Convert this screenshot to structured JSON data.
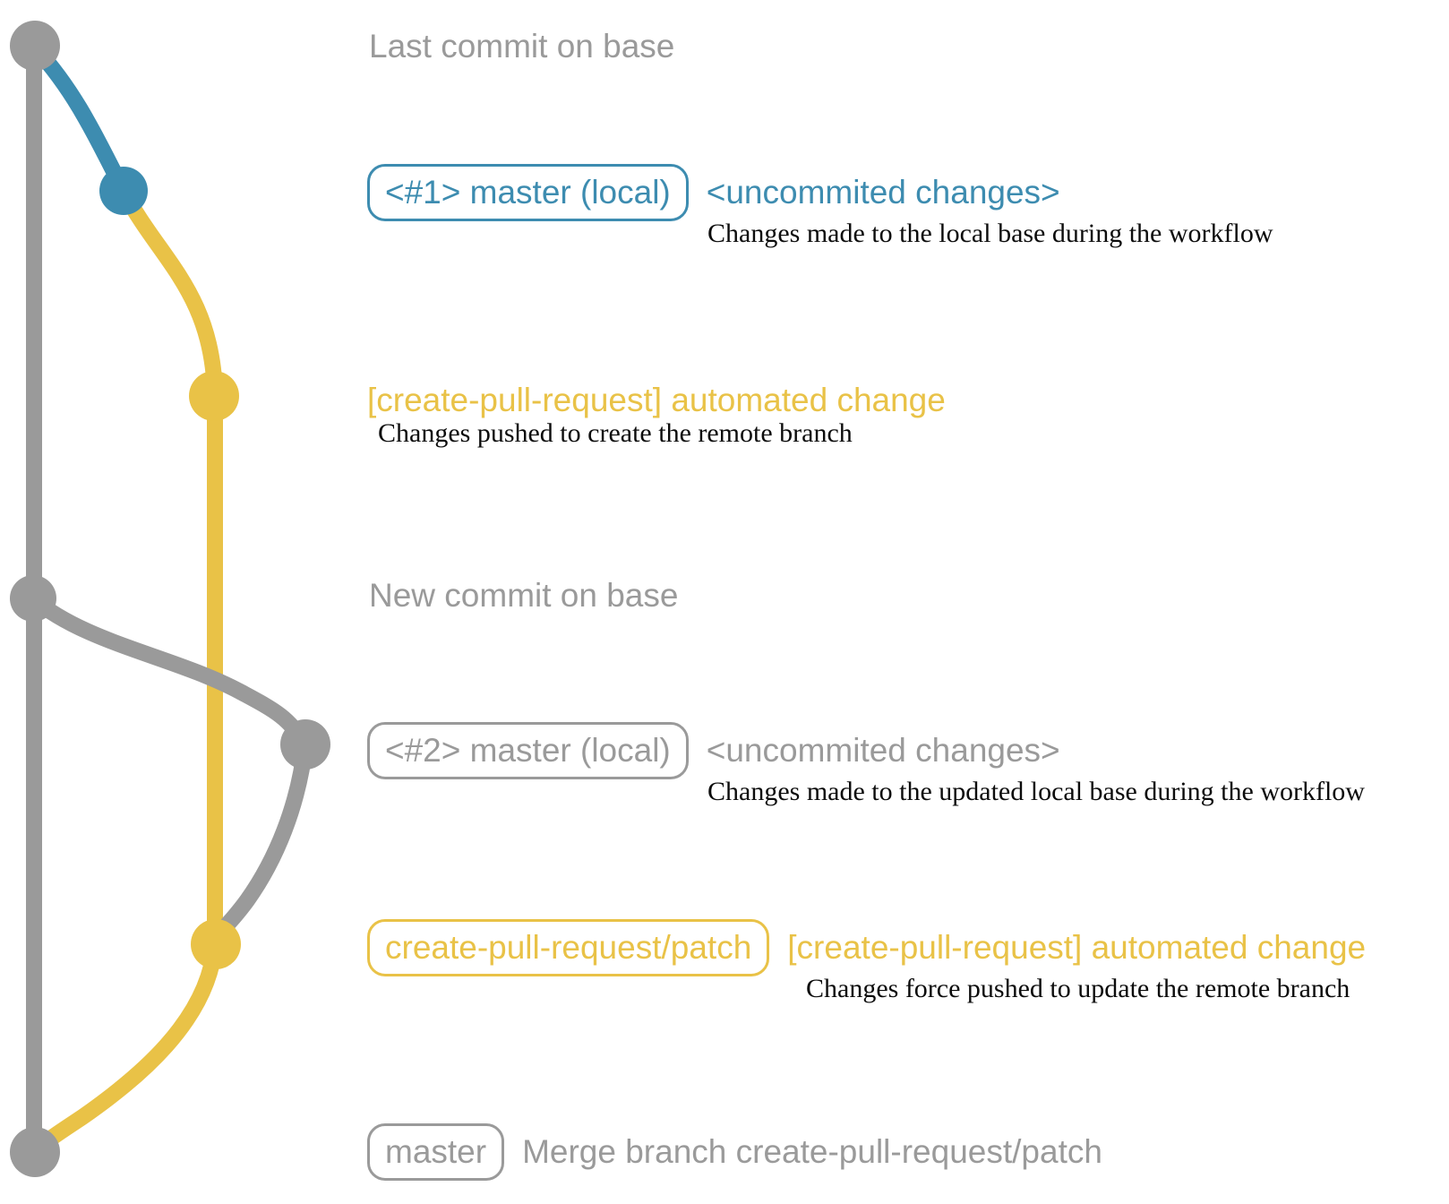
{
  "colors": {
    "gray": "#9a9a9a",
    "blue": "#3d8cb0",
    "yellow": "#e9c247",
    "ink": "#0c0c0c",
    "bg": "#ffffff"
  },
  "graph": {
    "branches": [
      {
        "name": "base (master remote)",
        "color_key": "gray"
      },
      {
        "name": "master (local)",
        "color_key": "blue"
      },
      {
        "name": "create-pull-request/patch",
        "color_key": "yellow"
      }
    ],
    "commits": [
      {
        "name": "last-commit-on-base",
        "branch": "base",
        "color_key": "gray"
      },
      {
        "name": "uncommitted-changes-1",
        "branch": "master (local)",
        "color_key": "blue"
      },
      {
        "name": "automated-change-1",
        "branch": "create-pull-request/patch",
        "color_key": "yellow"
      },
      {
        "name": "new-commit-on-base",
        "branch": "base",
        "color_key": "gray"
      },
      {
        "name": "uncommitted-changes-2",
        "branch": "master (local)",
        "color_key": "gray"
      },
      {
        "name": "automated-change-2",
        "branch": "create-pull-request/patch",
        "color_key": "yellow"
      },
      {
        "name": "merge-commit",
        "branch": "base",
        "color_key": "gray"
      }
    ]
  },
  "rows": {
    "last_base": {
      "label": "Last commit on base"
    },
    "local1": {
      "badge": "<#1> master (local)",
      "label": "<uncommited changes>",
      "desc": "Changes made to the local base during the workflow"
    },
    "remote1": {
      "label": "[create-pull-request] automated change",
      "desc": "Changes pushed to create the remote branch"
    },
    "new_base": {
      "label": "New commit on base"
    },
    "local2": {
      "badge": "<#2> master (local)",
      "label": "<uncommited changes>",
      "desc": "Changes made to the updated local base during the workflow"
    },
    "remote2": {
      "badge": "create-pull-request/patch",
      "label": "[create-pull-request] automated change",
      "desc": "Changes force pushed to update the remote branch"
    },
    "merge": {
      "badge": "master",
      "label": "Merge branch create-pull-request/patch"
    }
  }
}
